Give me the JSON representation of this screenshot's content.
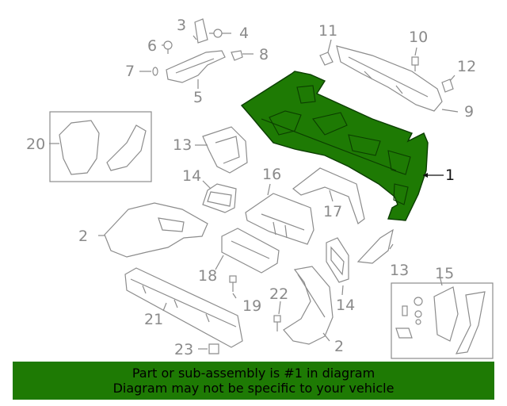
{
  "callouts": {
    "c1": "1",
    "c2a": "2",
    "c2b": "2",
    "c3": "3",
    "c4": "4",
    "c5": "5",
    "c6": "6",
    "c7": "7",
    "c8": "8",
    "c9": "9",
    "c10": "10",
    "c11": "11",
    "c12": "12",
    "c13a": "13",
    "c13b": "13",
    "c14a": "14",
    "c14b": "14",
    "c15": "15",
    "c16": "16",
    "c17": "17",
    "c18": "18",
    "c19": "19",
    "c20": "20",
    "c21": "21",
    "c22": "22",
    "c23": "23"
  },
  "banner": {
    "line1": "Part or sub-assembly is #1 in diagram",
    "line2": "Diagram may not be specific to your vehicle"
  },
  "colors": {
    "highlight": "#1e7a04",
    "line": "#8c8c8c"
  }
}
